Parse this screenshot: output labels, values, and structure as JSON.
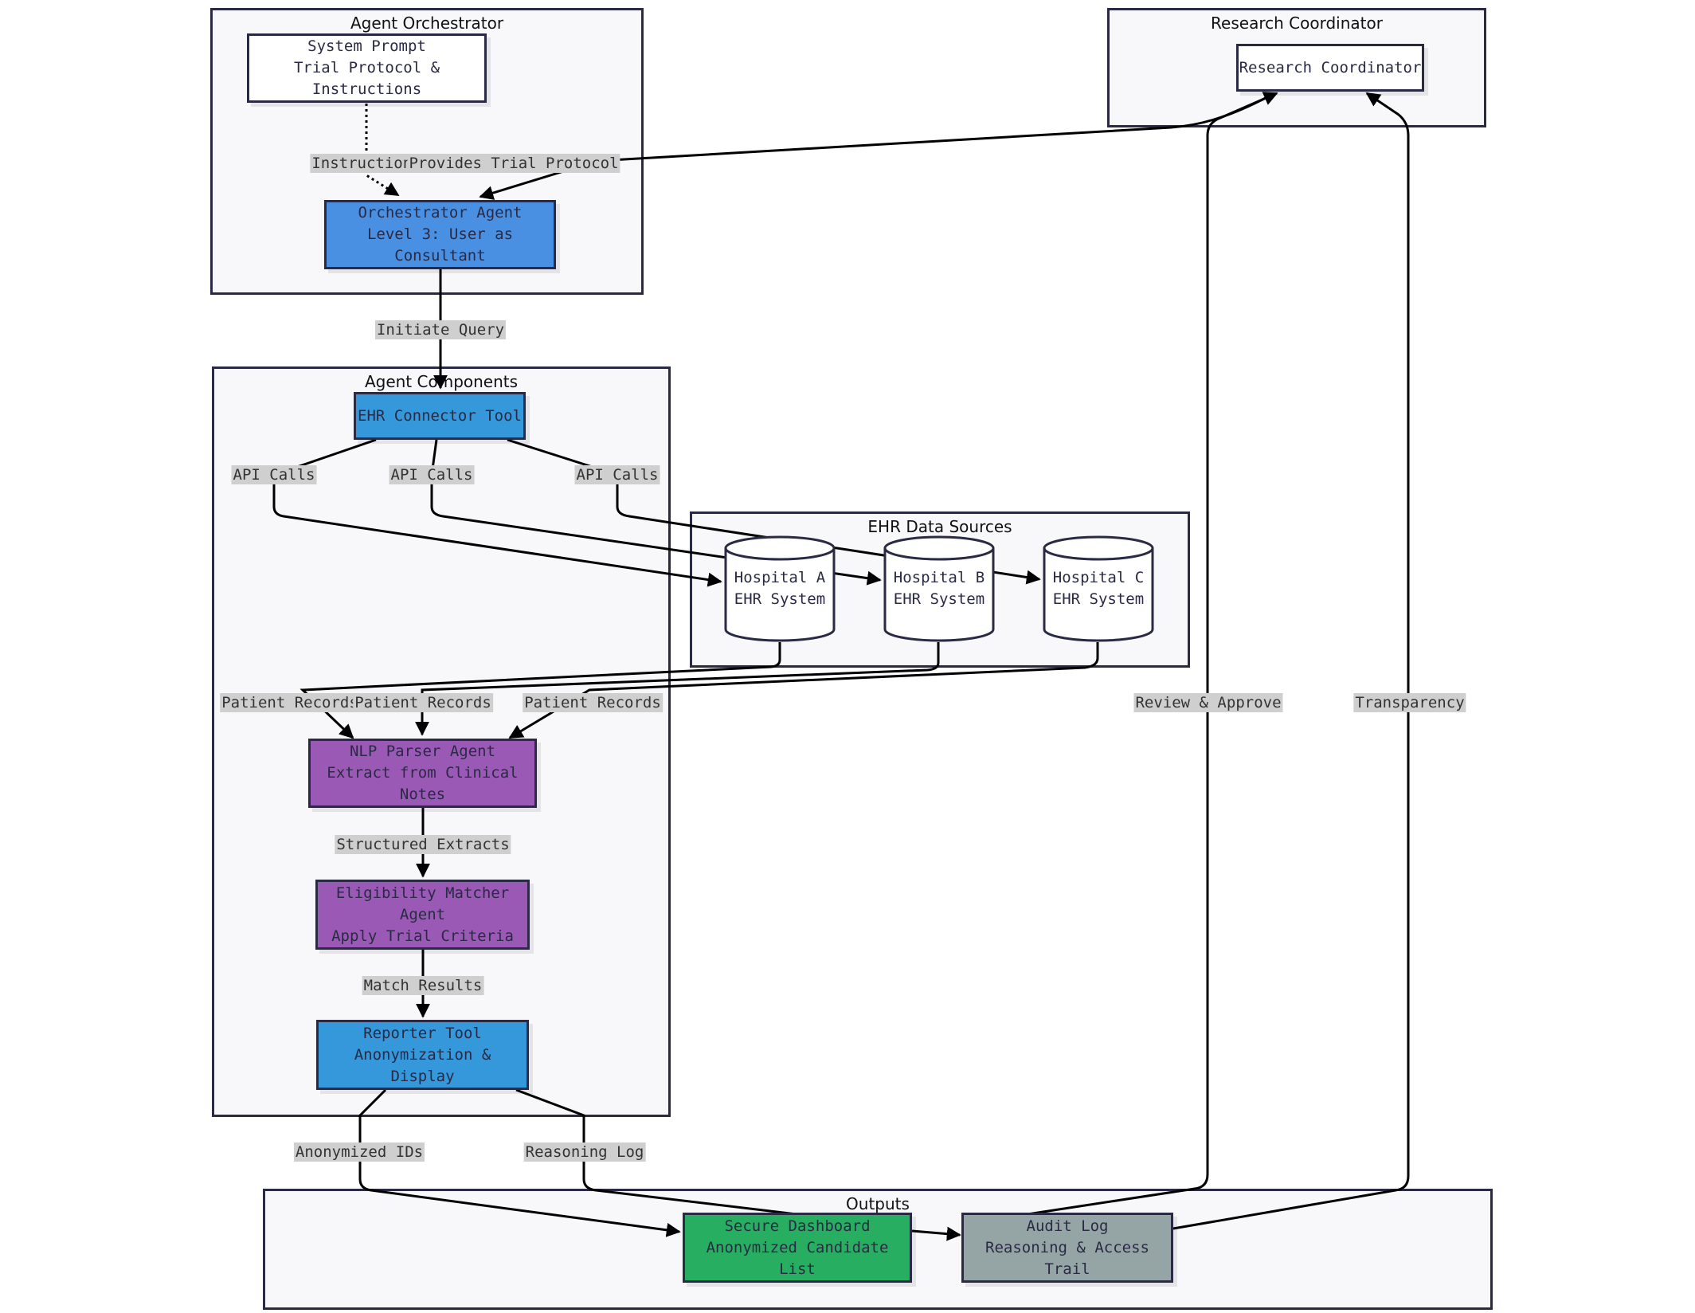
{
  "clusters": {
    "orchestrator": "Agent Orchestrator",
    "coordinator": "Research Coordinator",
    "components": "Agent Components",
    "ehr_sources": "EHR Data Sources",
    "outputs": "Outputs"
  },
  "nodes": {
    "system_prompt": [
      "System Prompt",
      "Trial Protocol & Instructions"
    ],
    "orchestrator_agent": [
      "Orchestrator Agent",
      "Level 3: User as Consultant"
    ],
    "research_coordinator": [
      "Research Coordinator"
    ],
    "ehr_connector": [
      "EHR Connector Tool"
    ],
    "nlp_parser": [
      "NLP Parser Agent",
      "Extract from Clinical Notes"
    ],
    "eligibility_matcher": [
      "Eligibility Matcher Agent",
      "Apply Trial Criteria"
    ],
    "reporter": [
      "Reporter Tool",
      "Anonymization & Display"
    ],
    "hospital_a": [
      "Hospital A",
      "EHR System"
    ],
    "hospital_b": [
      "Hospital B",
      "EHR System"
    ],
    "hospital_c": [
      "Hospital C",
      "EHR System"
    ],
    "secure_dashboard": [
      "Secure Dashboard",
      "Anonymized Candidate List"
    ],
    "audit_log": [
      "Audit Log",
      "Reasoning & Access Trail"
    ]
  },
  "edge_labels": {
    "instructions": "Instructions",
    "provides_protocol": "Provides Trial Protocol",
    "initiate_query": "Initiate Query",
    "api_calls_1": "API Calls",
    "api_calls_2": "API Calls",
    "api_calls_3": "API Calls",
    "patient_records_1": "Patient Records",
    "patient_records_2": "Patient Records",
    "patient_records_3": "Patient Records",
    "structured_extracts": "Structured Extracts",
    "match_results": "Match Results",
    "anonymized_ids": "Anonymized IDs",
    "reasoning_log": "Reasoning Log",
    "review_approve": "Review & Approve",
    "transparency": "Transparency"
  },
  "colors": {
    "orchestrator_agent": "#4a90e2",
    "tools": "#3498db",
    "agents": "#9b59b6",
    "dashboard": "#27ae60",
    "audit_log": "#95a5a6"
  }
}
